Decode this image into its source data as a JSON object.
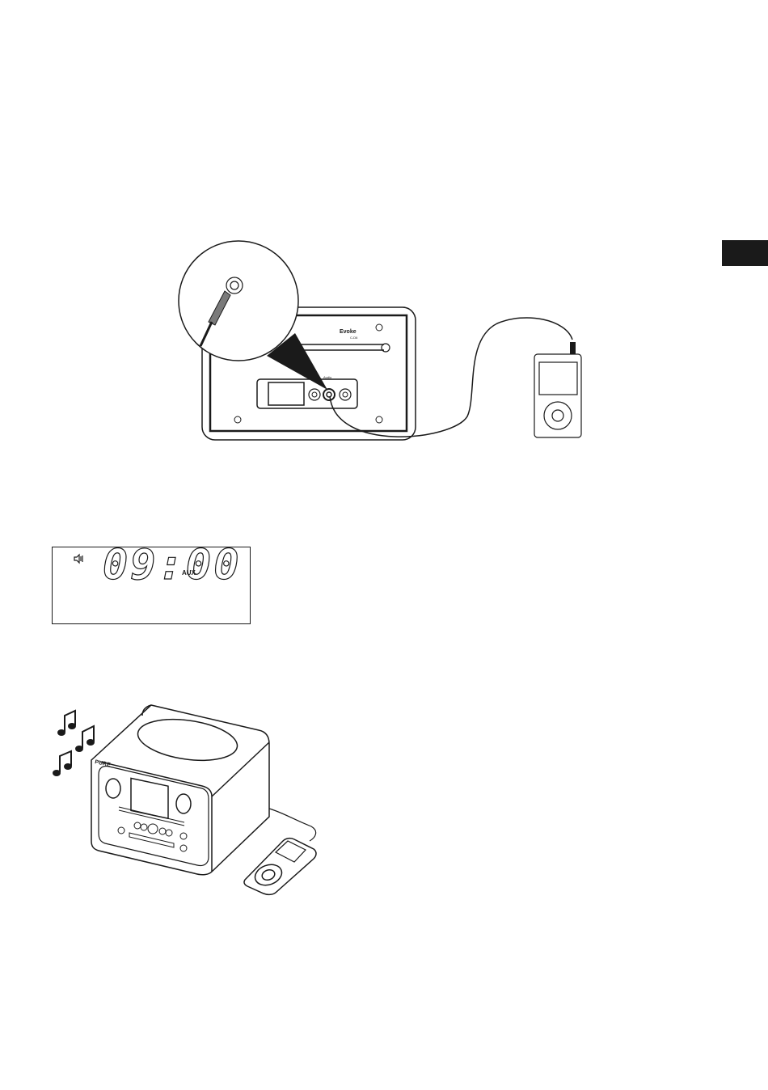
{
  "radio_rear": {
    "brand_label": "Evoke",
    "model_label": "C-D6",
    "socket_label": "Audio"
  },
  "lcd": {
    "time": "09:00",
    "mode": "AUX"
  },
  "radio_front": {
    "brand_label": "PURE"
  },
  "icons": [
    "speaker-icon",
    "music-note-icon",
    "audio-jack-icon",
    "media-player-icon"
  ]
}
